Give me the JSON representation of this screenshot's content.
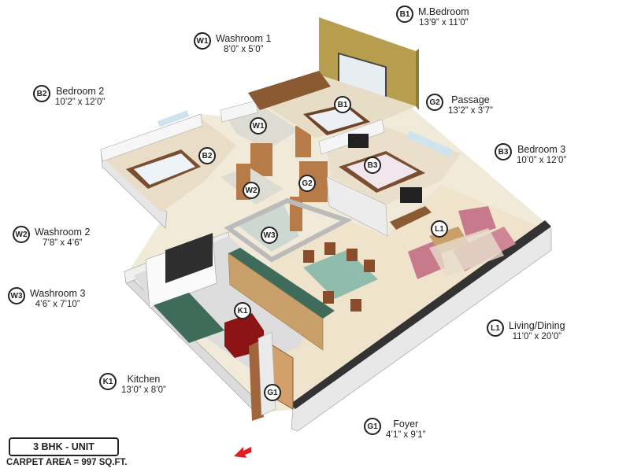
{
  "rooms": [
    {
      "code": "B1",
      "name": "M.Bedroom",
      "size": "13’9” x 11’0”"
    },
    {
      "code": "W1",
      "name": "Washroom 1",
      "size": "8’0” x 5’0”"
    },
    {
      "code": "B2",
      "name": "Bedroom 2",
      "size": "10’2” x 12’0”"
    },
    {
      "code": "G2",
      "name": "Passage",
      "size": "13’2” x 3’7”"
    },
    {
      "code": "B3",
      "name": "Bedroom 3",
      "size": "10’0” x 12’0”"
    },
    {
      "code": "W2",
      "name": "Washroom 2",
      "size": "7’8” x 4’6”"
    },
    {
      "code": "W3",
      "name": "Washroom 3",
      "size": "4’6” x 7’10”"
    },
    {
      "code": "L1",
      "name": "Living/Dining",
      "size": "11’0” x 20’0”"
    },
    {
      "code": "K1",
      "name": "Kitchen",
      "size": "13’0” x 8’0”"
    },
    {
      "code": "G1",
      "name": "Foyer",
      "size": "4’1” x 9’1”"
    }
  ],
  "unit": {
    "type": "3 BHK - UNIT",
    "carpet_area": "CARPET AREA = 997 SQ.FT."
  },
  "colors": {
    "wall": "#f4f4f4",
    "wall_shade": "#d9d9d9",
    "floor": "#efe5d4",
    "accent_wall": "#b69e4e",
    "bed_wood": "#8a5a3a",
    "sofa": "#c77a8c",
    "kitchen_top": "#3f6b5a",
    "kitchen_cab": "#c9a06a",
    "entry_arrow": "#e02020"
  }
}
